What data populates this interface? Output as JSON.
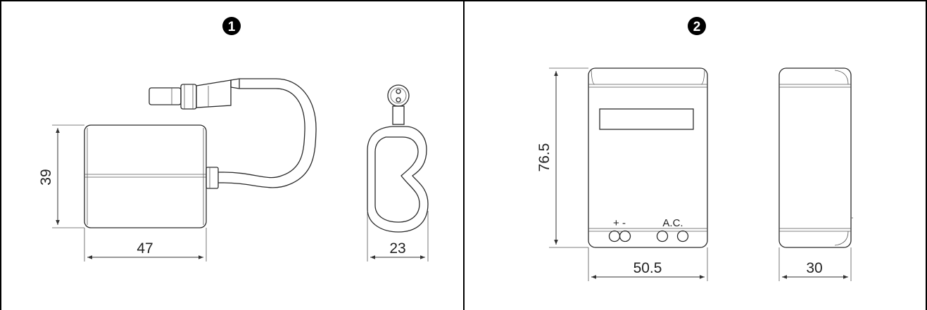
{
  "panels": [
    {
      "badge": "1",
      "dimensions": {
        "height": "39",
        "width": "47",
        "depth": "23"
      }
    },
    {
      "badge": "2",
      "dimensions": {
        "height": "76.5",
        "width": "50.5",
        "depth": "30"
      },
      "labels": {
        "dc": "+ -",
        "ac": "A.C."
      }
    }
  ]
}
